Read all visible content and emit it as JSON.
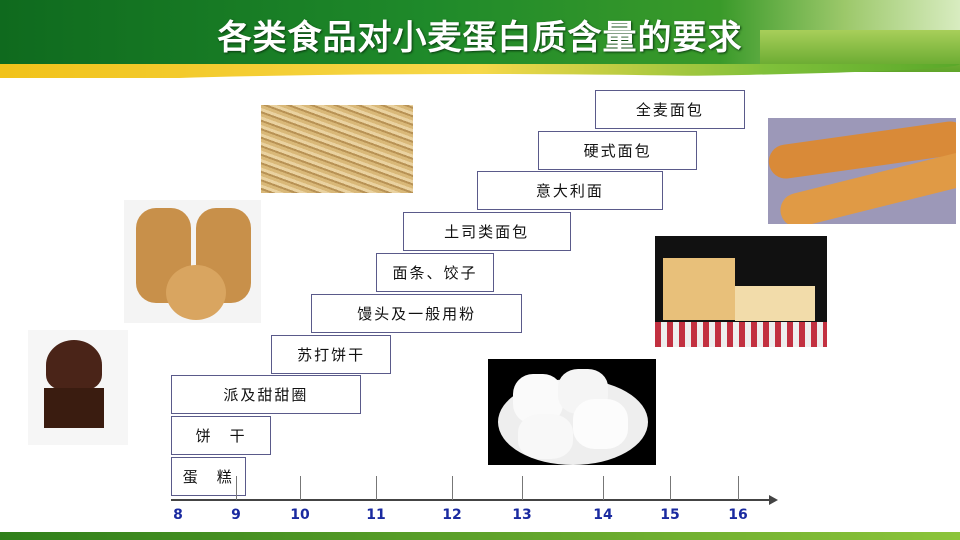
{
  "title": "各类食品对小麦蛋白质含量的要求",
  "chart_data": {
    "type": "range-bar",
    "title": "各类食品对小麦蛋白质含量的要求",
    "xlabel": "",
    "ylabel": "",
    "ticks": [
      8,
      9,
      10,
      11,
      12,
      13,
      14,
      15,
      16
    ],
    "xlim": [
      8,
      16.5
    ],
    "bars": [
      {
        "label": "蛋　糕",
        "range": [
          8,
          9.15
        ]
      },
      {
        "label": "饼　干",
        "range": [
          8,
          9.55
        ]
      },
      {
        "label": "派及甜甜圈",
        "range": [
          8,
          10.8
        ]
      },
      {
        "label": "苏打饼干",
        "range": [
          9.55,
          11.2
        ]
      },
      {
        "label": "馒头及一般用粉",
        "range": [
          10.15,
          13
        ]
      },
      {
        "label": "面条、饺子",
        "range": [
          11,
          12.6
        ]
      },
      {
        "label": "土司类面包",
        "range": [
          11.35,
          13.6
        ]
      },
      {
        "label": "意大利面",
        "range": [
          12.35,
          14.9
        ]
      },
      {
        "label": "硬式面包",
        "range": [
          13.2,
          15.4
        ]
      },
      {
        "label": "全麦面包",
        "range": [
          13.9,
          16.1
        ]
      }
    ]
  }
}
